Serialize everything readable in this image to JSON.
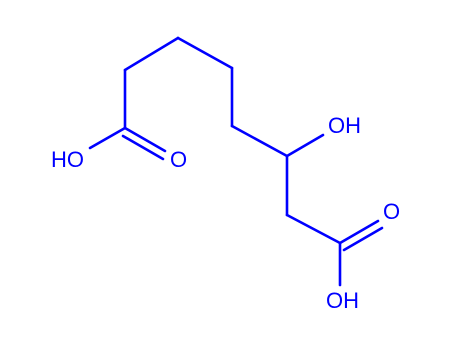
{
  "molecule": {
    "atom_labels": {
      "hydroxyl": "OH",
      "left_carbonyl_oxygen": "O",
      "left_acid_hydroxyl": "HO",
      "right_carbonyl_oxygen": "O",
      "right_acid_hydroxyl": "OH"
    },
    "colors": {
      "bonds_and_labels": "#0000ff",
      "background": "#ffffff"
    }
  }
}
